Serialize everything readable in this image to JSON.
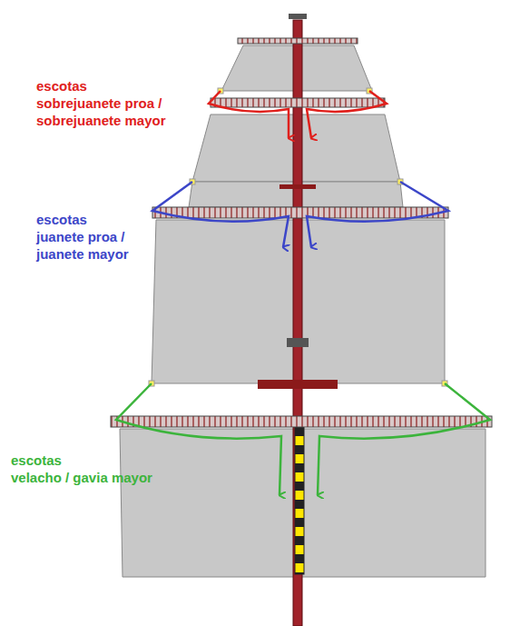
{
  "diagram": {
    "labels": [
      "escotas",
      "sobrejuanete proa /",
      "sobrejuanete mayor",
      "escotas",
      "juanete proa /",
      "juanete mayor",
      "escotas",
      "velacho / gavia mayor"
    ]
  }
}
